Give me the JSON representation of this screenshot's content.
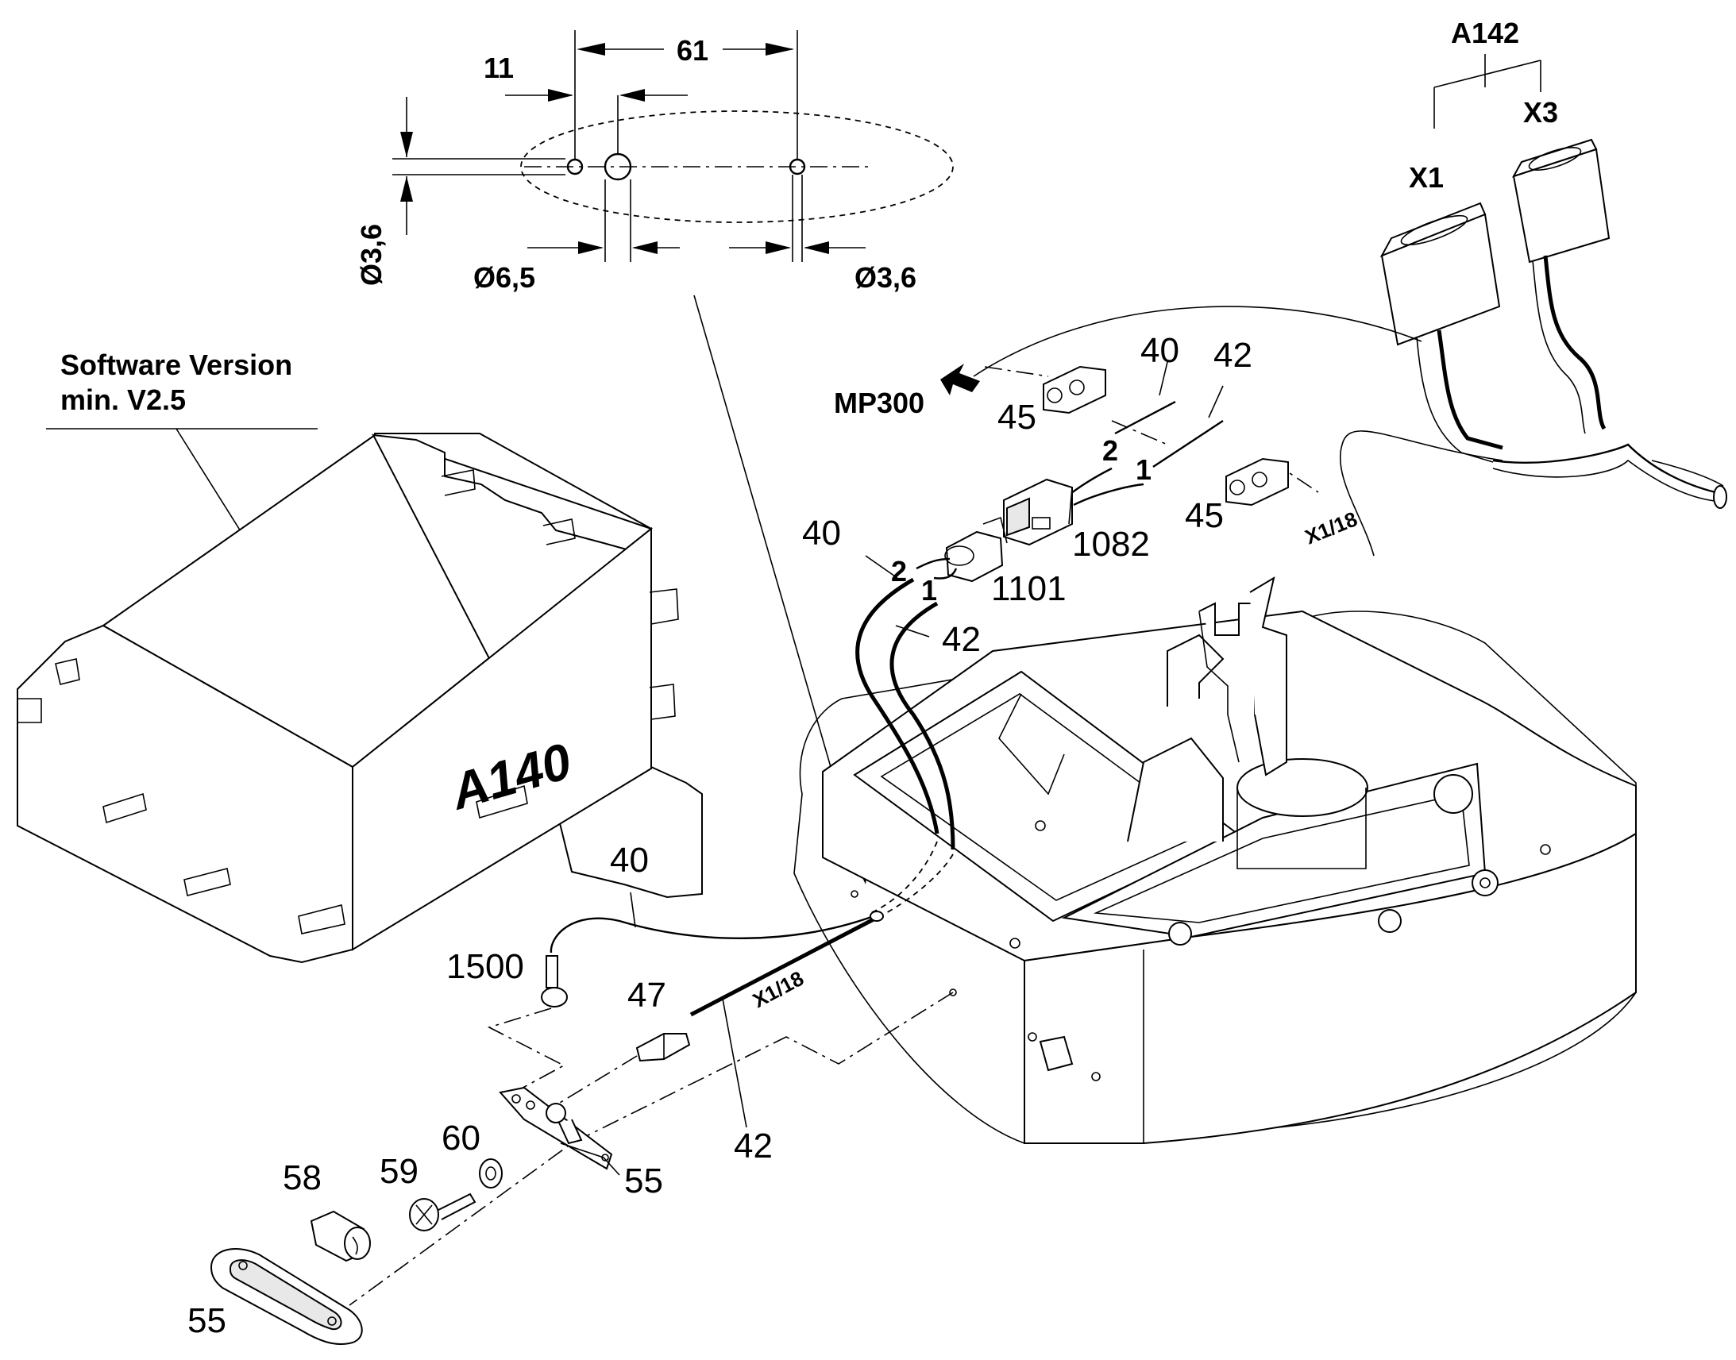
{
  "dimensions": {
    "width_label": "61",
    "offset_label": "11",
    "hole_left_diameter": "Ø3,6",
    "hole_center_diameter": "Ø6,5",
    "hole_right_diameter": "Ø3,6"
  },
  "notes": {
    "software_line1": "Software Version",
    "software_line2": "min. V2.5"
  },
  "modules": {
    "control_unit": "A140",
    "harness": "A142",
    "connector_x1": "X1",
    "connector_x3": "X3",
    "direction_target": "MP300"
  },
  "wire_refs": {
    "cable_top": "X1/18",
    "cable_bottom": "X1/18"
  },
  "pins": {
    "pin2_upper": "2",
    "pin1_upper": "1",
    "pin2_lower": "2",
    "pin1_lower": "1"
  },
  "callouts": {
    "c40_top": "40",
    "c42_top": "42",
    "c45_left": "45",
    "c45_right": "45",
    "c1082": "1082",
    "c1101": "1101",
    "c40_mid": "40",
    "c42_mid": "42",
    "c40_low": "40",
    "c1500": "1500",
    "c47": "47",
    "c42_low": "42",
    "c60": "60",
    "c59": "59",
    "c58": "58",
    "c55_right": "55",
    "c55_left": "55"
  }
}
